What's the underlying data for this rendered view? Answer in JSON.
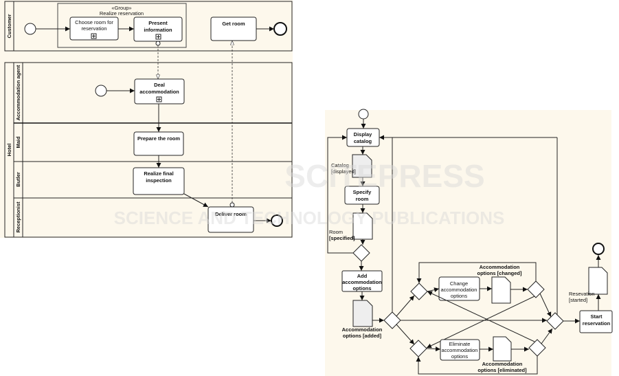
{
  "left_diagram": {
    "pools": {
      "customer": "Customer",
      "hotel": "Hotel"
    },
    "lanes": [
      "Accommodation agent",
      "Maid",
      "Butler",
      "Receptionist"
    ],
    "group": {
      "stereotype": "«Group»",
      "name": "Realize reservation"
    },
    "tasks": {
      "choose_room": [
        "Choose room for",
        "reservation"
      ],
      "present_info": [
        "Present",
        "information"
      ],
      "get_room": [
        "Get room"
      ],
      "deal_accommodation": [
        "Deal",
        "accommodation"
      ],
      "prepare_room": [
        "Prepare the room"
      ],
      "final_inspection": [
        "Realize final",
        "inspection"
      ],
      "deliver_room": [
        "Deliver room"
      ]
    }
  },
  "right_diagram": {
    "actions": {
      "display_catalog": [
        "Display",
        "catalog"
      ],
      "specify_room": [
        "Specify",
        "room"
      ],
      "add_options": [
        "Add",
        "accommodation",
        "options"
      ],
      "change_options": [
        "Change",
        "accommodation",
        "options"
      ],
      "eliminate_options": [
        "Eliminate",
        "accommodation",
        "options"
      ],
      "start_reservation": [
        "Start",
        "reservation"
      ]
    },
    "objects": {
      "catalog": [
        "Catalog",
        "[displayed]"
      ],
      "room": [
        "Room",
        "[specified]"
      ],
      "options_added": [
        "Accommodation",
        "options [added]"
      ],
      "options_changed": [
        "Accommodation",
        "options [changed]"
      ],
      "options_eliminated": [
        "Accommodation",
        "options [eliminated]"
      ],
      "reservation": [
        "Resevation",
        "[started]"
      ]
    }
  },
  "watermark": {
    "line1": "SCITEPRESS",
    "line2": "SCIENCE AND TECHNOLOGY PUBLICATIONS"
  },
  "colors": {
    "background": "#fdf8ec"
  }
}
